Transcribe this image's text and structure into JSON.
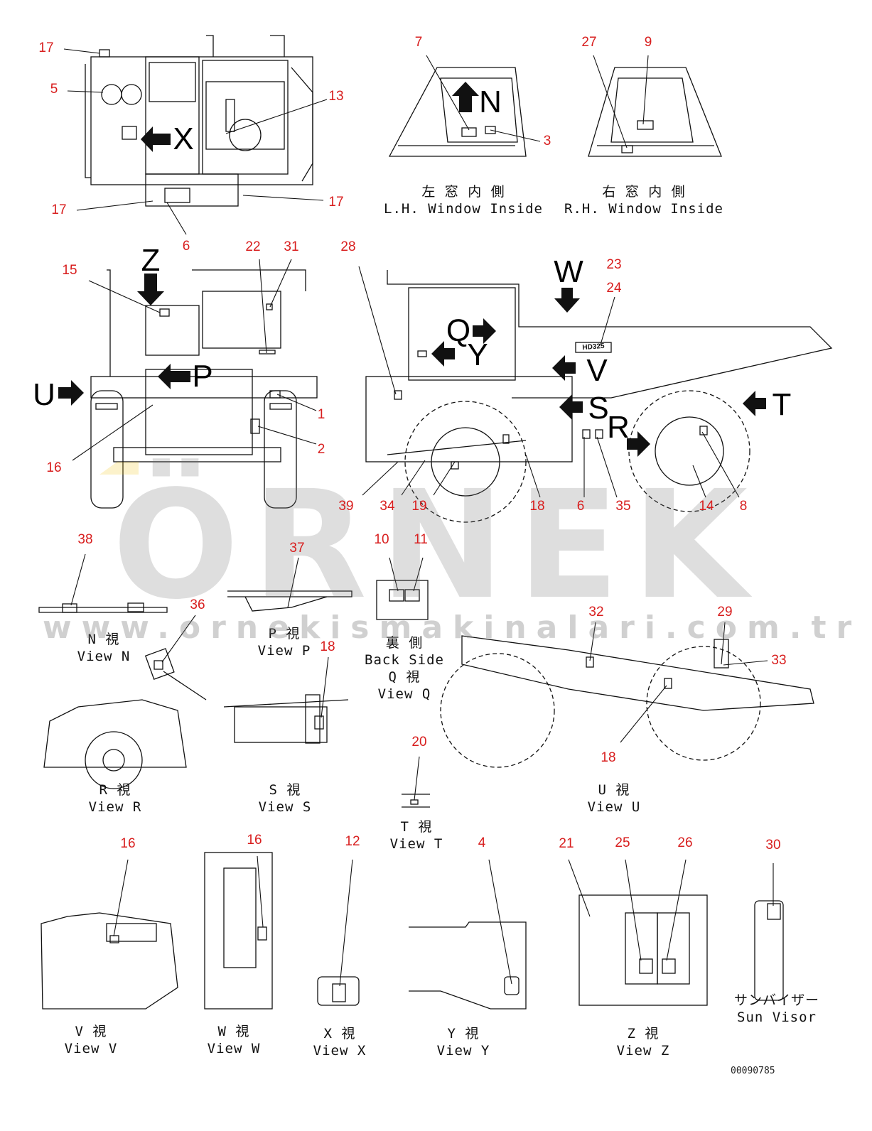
{
  "callouts": [
    {
      "id": "c17a",
      "text": "17"
    },
    {
      "id": "c5",
      "text": "5"
    },
    {
      "id": "c13",
      "text": "13"
    },
    {
      "id": "c17b",
      "text": "17"
    },
    {
      "id": "c17c",
      "text": "17"
    },
    {
      "id": "c6a",
      "text": "6"
    },
    {
      "id": "c7",
      "text": "7"
    },
    {
      "id": "c3",
      "text": "3"
    },
    {
      "id": "c27",
      "text": "27"
    },
    {
      "id": "c9",
      "text": "9"
    },
    {
      "id": "c15",
      "text": "15"
    },
    {
      "id": "c22",
      "text": "22"
    },
    {
      "id": "c31",
      "text": "31"
    },
    {
      "id": "c28",
      "text": "28"
    },
    {
      "id": "c23",
      "text": "23"
    },
    {
      "id": "c24",
      "text": "24"
    },
    {
      "id": "c1",
      "text": "1"
    },
    {
      "id": "c2",
      "text": "2"
    },
    {
      "id": "c16a",
      "text": "16"
    },
    {
      "id": "c39",
      "text": "39"
    },
    {
      "id": "c34",
      "text": "34"
    },
    {
      "id": "c19",
      "text": "19"
    },
    {
      "id": "c18a",
      "text": "18"
    },
    {
      "id": "c6b",
      "text": "6"
    },
    {
      "id": "c35",
      "text": "35"
    },
    {
      "id": "c14",
      "text": "14"
    },
    {
      "id": "c8",
      "text": "8"
    },
    {
      "id": "c38",
      "text": "38"
    },
    {
      "id": "c37",
      "text": "37"
    },
    {
      "id": "c10",
      "text": "10"
    },
    {
      "id": "c11",
      "text": "11"
    },
    {
      "id": "c36",
      "text": "36"
    },
    {
      "id": "c18b",
      "text": "18"
    },
    {
      "id": "c32",
      "text": "32"
    },
    {
      "id": "c29",
      "text": "29"
    },
    {
      "id": "c33",
      "text": "33"
    },
    {
      "id": "c18c",
      "text": "18"
    },
    {
      "id": "c20",
      "text": "20"
    },
    {
      "id": "c16b",
      "text": "16"
    },
    {
      "id": "c16c",
      "text": "16"
    },
    {
      "id": "c12",
      "text": "12"
    },
    {
      "id": "c4",
      "text": "4"
    },
    {
      "id": "c21",
      "text": "21"
    },
    {
      "id": "c25",
      "text": "25"
    },
    {
      "id": "c26",
      "text": "26"
    },
    {
      "id": "c30",
      "text": "30"
    }
  ],
  "view_letters": {
    "X": "X",
    "N": "N",
    "Z": "Z",
    "P": "P",
    "U": "U",
    "W": "W",
    "Q": "Q",
    "Y": "Y",
    "V": "V",
    "S": "S",
    "R": "R",
    "T": "T"
  },
  "truck_badge": "HD325",
  "captions": {
    "lh_jp": "左 窓 内 側",
    "lh_en": "L.H. Window Inside",
    "rh_jp": "右 窓 内 側",
    "rh_en": "R.H. Window Inside",
    "n_jp": "N 視",
    "n_en": "View N",
    "p_jp": "P 視",
    "p_en": "View P",
    "q_jp1": "裏 側",
    "q_en1": "Back Side",
    "q_jp2": "Q 視",
    "q_en2": "View Q",
    "r_jp": "R 視",
    "r_en": "View R",
    "s_jp": "S 視",
    "s_en": "View S",
    "t_jp": "T 視",
    "t_en": "View T",
    "u_jp": "U 視",
    "u_en": "View U",
    "v_jp": "V 視",
    "v_en": "View V",
    "w_jp": "W 視",
    "w_en": "View W",
    "x_jp": "X 視",
    "x_en": "View X",
    "y_jp": "Y 視",
    "y_en": "View Y",
    "z_jp": "Z 視",
    "z_en": "View Z",
    "sv_jp": "サンバイザー",
    "sv_en": "Sun Visor"
  },
  "drawing_code": "00090785",
  "watermark": {
    "logo": "ÖRNEK",
    "url": "www.ornekismakinalari.com.tr",
    "color": "#9a9a9a",
    "accent": "#f5c518"
  },
  "colors": {
    "callout": "#d81e1e",
    "line": "#111111"
  }
}
